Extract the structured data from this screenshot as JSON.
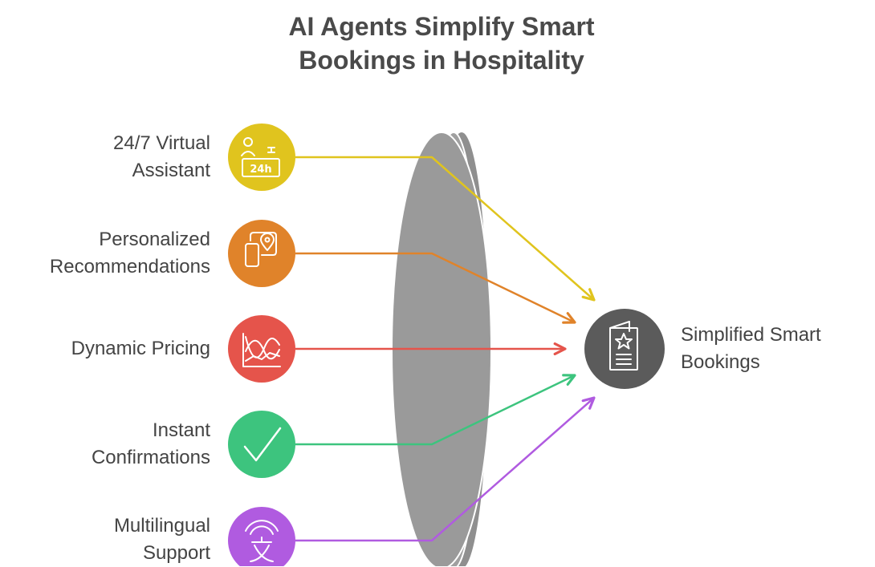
{
  "title": {
    "line1": "AI Agents Simplify Smart",
    "line2": "Bookings in Hospitality"
  },
  "inputs": [
    {
      "line1": "24/7 Virtual",
      "line2": "Assistant",
      "color": "#E0C41E",
      "icon": "concierge-24h-icon"
    },
    {
      "line1": "Personalized",
      "line2": "Recommendations",
      "color": "#E0832A",
      "icon": "phone-location-pin-icon"
    },
    {
      "line1": "Dynamic Pricing",
      "line2": "",
      "color": "#E5544B",
      "icon": "price-chart-icon"
    },
    {
      "line1": "Instant",
      "line2": "Confirmations",
      "color": "#3DC47E",
      "icon": "checkmark-icon"
    },
    {
      "line1": "Multilingual",
      "line2": "Support",
      "color": "#B05BE0",
      "icon": "translate-icon"
    }
  ],
  "output": {
    "line1": "Simplified Smart",
    "line2": "Bookings",
    "color": "#5B5B5B",
    "icon": "booking-brochure-star-icon"
  },
  "lens_color": "#999999"
}
